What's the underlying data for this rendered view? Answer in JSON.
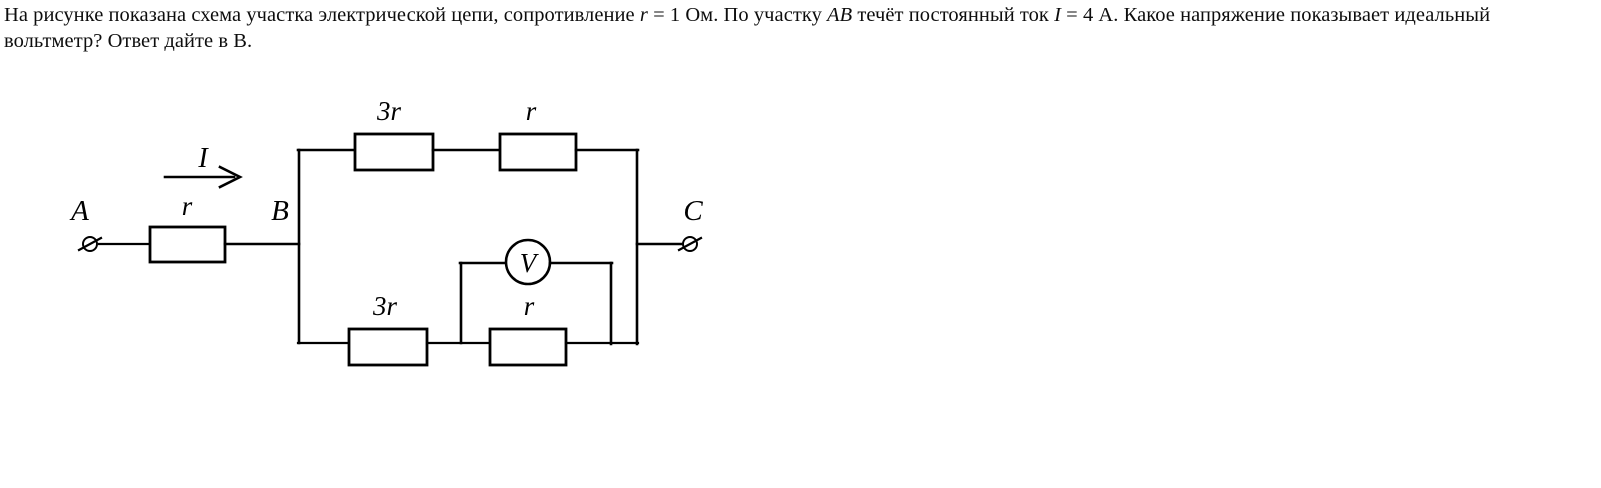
{
  "problem": {
    "sentence_1_part_a": "На рисунке показана схема участка электрической цепи, сопротивление ",
    "var_r": "r",
    "sentence_1_part_b": " = 1 Ом. По участку ",
    "var_AB": "AB",
    "sentence_1_part_c": " течёт постоянный ток ",
    "var_I": "I",
    "sentence_1_part_d": " = 4 А. Какое напряжение показывает идеальный вольтметр? Ответ дайте в В.",
    "resistance_value": "1",
    "resistance_unit": "Ом",
    "current_value": "4",
    "current_unit": "А",
    "answer_unit": "В"
  },
  "figure": {
    "terminals": {
      "left_label": "A",
      "mid_label": "B",
      "right_label": "C"
    },
    "current_label": "I",
    "meter_label": "V",
    "resistors": {
      "series_input": "r",
      "top_left": "3r",
      "top_right": "r",
      "bottom_left": "3r",
      "bottom_right": "r"
    }
  },
  "colors": {
    "ink": "#000000",
    "paper": "#ffffff"
  }
}
